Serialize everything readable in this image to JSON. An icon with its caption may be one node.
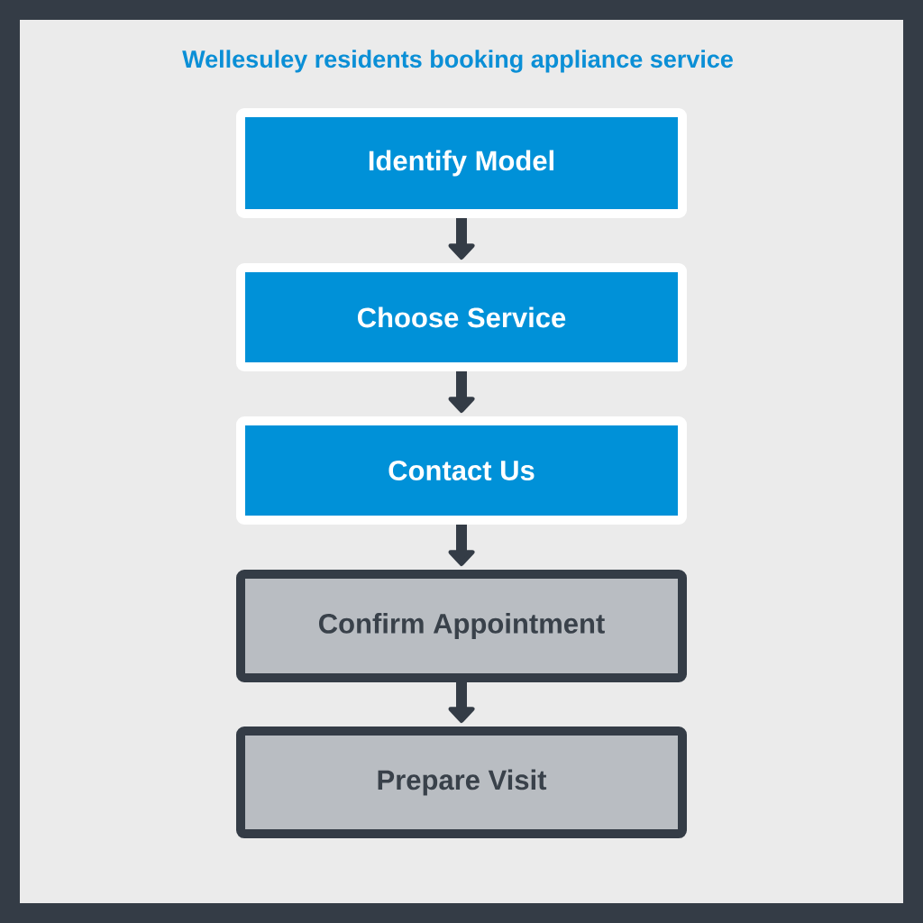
{
  "diagram": {
    "title": "Wellesuley residents booking appliance service",
    "nodes": [
      {
        "text": [
          "Identify Model"
        ]
      },
      {
        "text": [
          "Choose Service"
        ]
      },
      {
        "text": [
          "Contact Us"
        ]
      },
      {
        "text": [
          "Confirm Appointment"
        ]
      },
      {
        "text": [
          "Prepare Visit"
        ]
      }
    ],
    "edges": [
      {
        "from": 0,
        "to": 1,
        "arrow": "to"
      },
      {
        "from": 1,
        "to": 2,
        "arrow": "to"
      },
      {
        "from": 2,
        "to": 3,
        "arrow": "to"
      },
      {
        "from": 3,
        "to": 4,
        "arrow": "to"
      }
    ]
  }
}
